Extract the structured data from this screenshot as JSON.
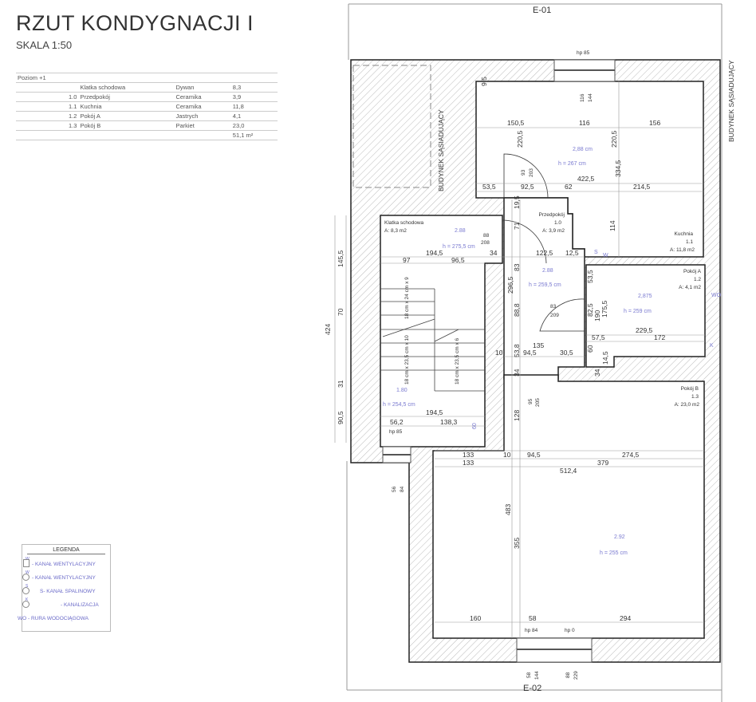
{
  "header": {
    "title": "RZUT KONDYGNACJI I",
    "scale": "SKALA 1:50"
  },
  "room_table": {
    "level": "Poziom +1",
    "rows": [
      {
        "no": "",
        "name": "Klatka schodowa",
        "floor": "Dywan",
        "area": "8,3"
      },
      {
        "no": "1.0",
        "name": "Przedpokój",
        "floor": "Ceramika",
        "area": "3,9"
      },
      {
        "no": "1.1",
        "name": "Kuchnia",
        "floor": "Ceramika",
        "area": "11,8"
      },
      {
        "no": "1.2",
        "name": "Pokój A",
        "floor": "Jastrych",
        "area": "4,1"
      },
      {
        "no": "1.3",
        "name": "Pokój B",
        "floor": "Parkiet",
        "area": "23,0"
      }
    ],
    "total": "51,1 m²"
  },
  "legend": {
    "title": "LEGENDA",
    "items": [
      {
        "mark": "W",
        "label": "- KANAŁ WENTYLACYJNY"
      },
      {
        "mark": "W",
        "label": "- KANAŁ WENTYLACYJNY"
      },
      {
        "mark": "S",
        "label": "S- KANAŁ SPALINOWY"
      },
      {
        "mark": "K",
        "label": "- KANALIZACJA"
      },
      {
        "mark": "",
        "label": "WO -  RURA WODOCIĄGOWA"
      }
    ]
  },
  "plan": {
    "elev_top": "E-01",
    "elev_bottom": "E-02",
    "neighbor": "BUDYNEK SĄSIADUJĄCY",
    "hp": [
      "hp 85",
      "hp 85",
      "hp 84",
      "hp 0"
    ],
    "rooms": {
      "stair": {
        "name": "Klatka schodowa",
        "area": "A: 8,3 m2"
      },
      "hall": {
        "name": "Przedpokój",
        "no": "1.0",
        "area": "A: 3,9 m2"
      },
      "kitchen": {
        "name": "Kuchnia",
        "no": "1.1",
        "area": "A: 11,8 m2"
      },
      "roomA": {
        "name": "Pokój A",
        "no": "1.2",
        "area": "A: 4,1 m2"
      },
      "roomB": {
        "name": "Pokój B",
        "no": "1.3",
        "area": "A: 23,0 m2"
      }
    },
    "levels": [
      {
        "mark": "2,88 cm",
        "h": "h = 267 cm"
      },
      {
        "mark": "2.88",
        "h": "h = 275,5 cm"
      },
      {
        "mark": "2.88",
        "h": "h = 259,5 cm"
      },
      {
        "mark": "2,875",
        "h": "h = 259 cm"
      },
      {
        "mark": "1.80",
        "h": "h = 254,5 cm"
      },
      {
        "mark": "2.92",
        "h": "h = 255 cm"
      }
    ],
    "stairs": [
      "18 cm x 24 cm x 9",
      "18 cm x 23,5 cm x 10",
      "18 cm x 23,5 cm x 6"
    ],
    "symbols": {
      "s": "S",
      "w": "W",
      "wo": "WO",
      "k": "K"
    },
    "dims": [
      "150,5",
      "116",
      "156",
      "220,5",
      "220,5",
      "116",
      "144",
      "93",
      "203",
      "422,5",
      "53,5",
      "92,5",
      "62",
      "214,5",
      "334,5",
      "19,5",
      "71",
      "114",
      "9,5",
      "88",
      "208",
      "194,5",
      "34",
      "122,5",
      "12,5",
      "97",
      "96,5",
      "83",
      "296,5",
      "88,8",
      "83",
      "209",
      "53,5",
      "82,5",
      "190",
      "175,5",
      "229,5",
      "57,5",
      "172",
      "60",
      "14,5",
      "34",
      "53,8",
      "135",
      "10",
      "94,5",
      "30,5",
      "34",
      "95",
      "205",
      "128",
      "194,5",
      "56,2",
      "138,3",
      "133",
      "10",
      "94,5",
      "274,5",
      "133",
      "379",
      "512,4",
      "483",
      "355",
      "160",
      "58",
      "294",
      "58",
      "144",
      "88",
      "229",
      "56",
      "84",
      "145,5",
      "70",
      "424",
      "31",
      "90,5",
      "60"
    ]
  }
}
